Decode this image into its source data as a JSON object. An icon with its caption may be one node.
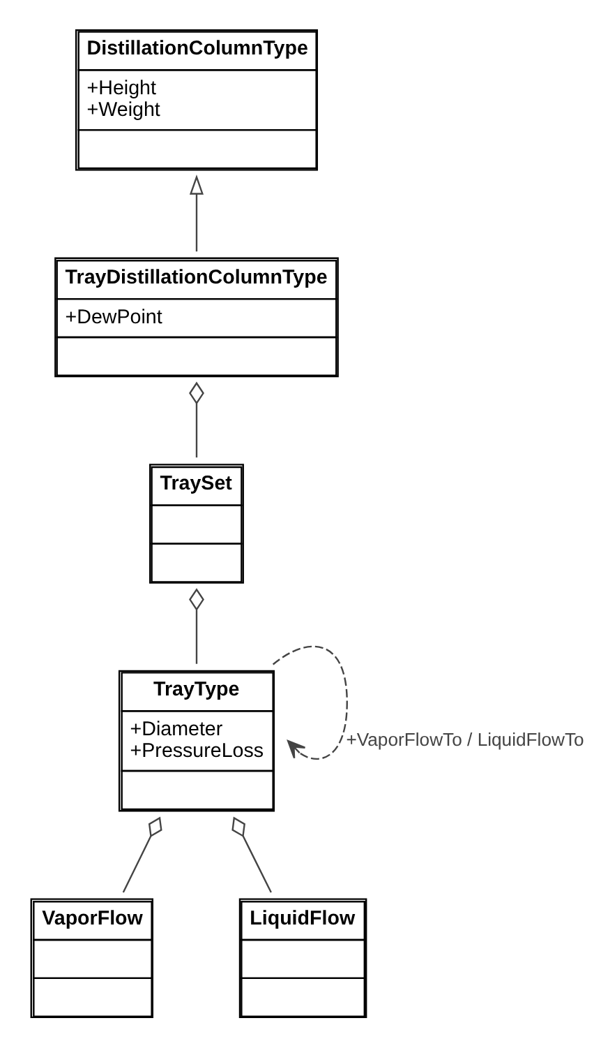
{
  "diagram": {
    "nodes": [
      {
        "text": [
          "DistillationColumnType",
          "+Height",
          "+Weight"
        ]
      },
      {
        "text": [
          "TrayDistillationColumnType",
          "+DewPoint"
        ]
      },
      {
        "text": [
          "TraySet"
        ]
      },
      {
        "text": [
          "TrayType",
          "+Diameter",
          "+PressureLoss"
        ]
      },
      {
        "text": [
          "VaporFlow"
        ]
      },
      {
        "text": [
          "LiquidFlow"
        ]
      }
    ],
    "edges": [
      {
        "from": 1,
        "to": 0,
        "arrow": "to"
      },
      {
        "from": 1,
        "to": 2,
        "arrow": "other"
      },
      {
        "from": 2,
        "to": 3,
        "arrow": "other"
      },
      {
        "from": 3,
        "to": 3,
        "arrow": "to",
        "style": "dashed",
        "label": "+VaporFlowTo / LiquidFlowTo"
      },
      {
        "from": 3,
        "to": 4,
        "arrow": "other"
      },
      {
        "from": 3,
        "to": 5,
        "arrow": "other"
      }
    ]
  }
}
